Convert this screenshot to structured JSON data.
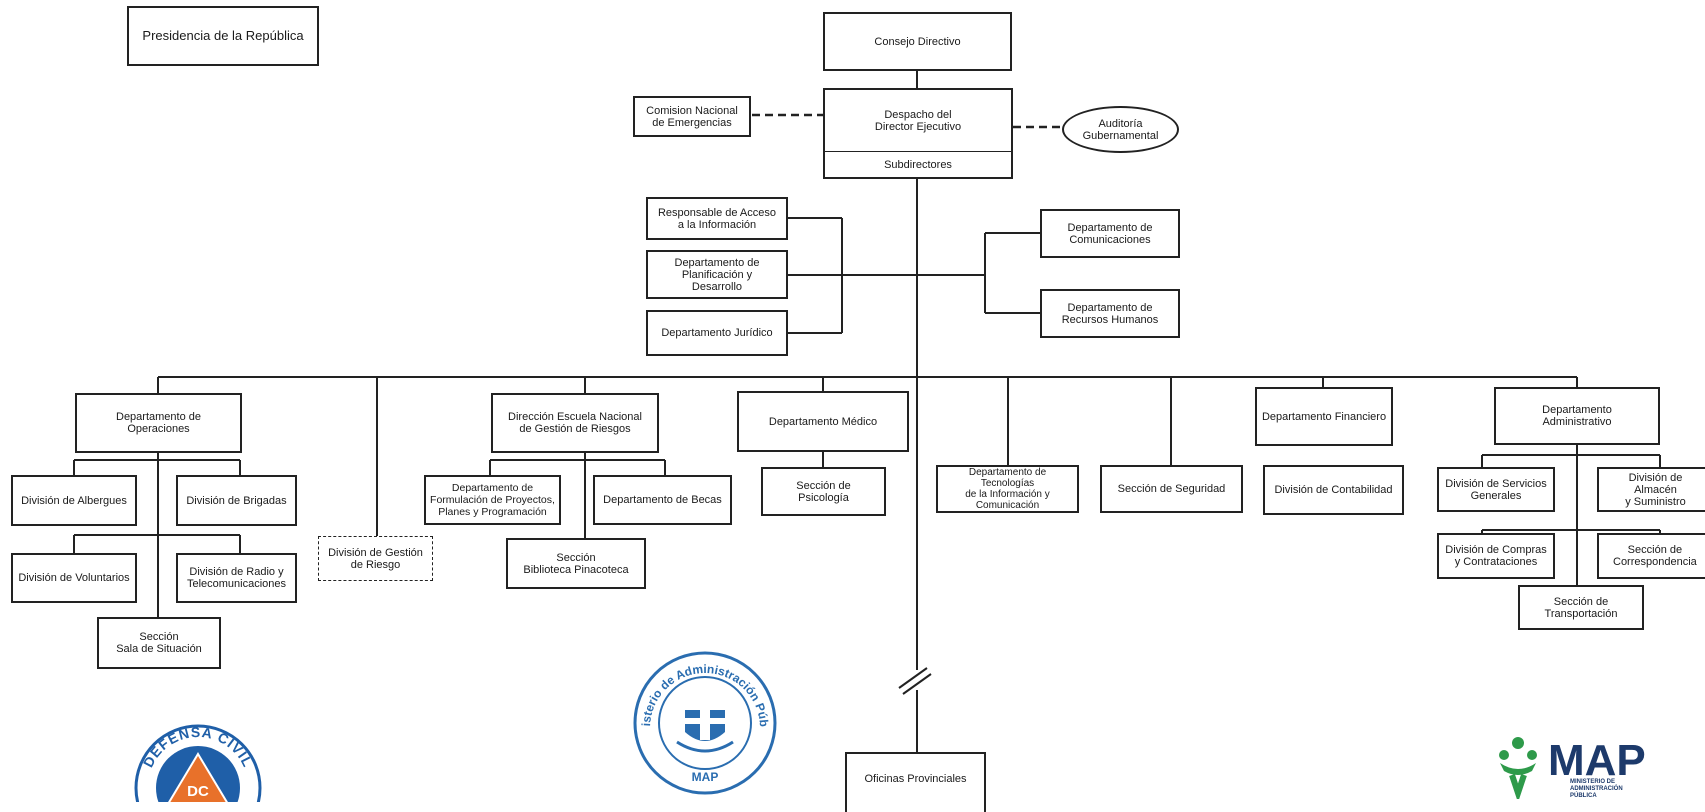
{
  "presidencia": "Presidencia de la República",
  "consejo": "Consejo Directivo",
  "despacho": "Despacho del\nDirector Ejecutivo",
  "subdirectores": "Subdirectores",
  "comision": "Comision Nacional\nde Emergencias",
  "auditoria": "Auditoría\nGubernamental",
  "acceso": "Responsable de Acceso\na la Información",
  "planificacion": "Departamento de\nPlanificación y\nDesarrollo",
  "juridico": "Departamento Jurídico",
  "comunicaciones": "Departamento de\nComunicaciones",
  "rrhh": "Departamento de\nRecursos Humanos",
  "operaciones": "Departamento de\nOperaciones",
  "albergues": "División de Albergues",
  "brigadas": "División de Brigadas",
  "voluntarios": "División de Voluntarios",
  "radio": "División de Radio y\nTelecomunicaciones",
  "sala": "Sección\nSala de Situación",
  "gestion_riesgo": "División de Gestión\nde Riesgo",
  "escuela": "Dirección Escuela Nacional\nde Gestión de Riesgos",
  "formulacion": "Departamento de\nFormulación de Proyectos,\nPlanes y Programación",
  "becas": "Departamento de Becas",
  "biblioteca": "Sección\nBiblioteca Pinacoteca",
  "medico": "Departamento Médico",
  "psicologia": "Sección de\nPsicología",
  "tecnologias": "Departamento de Tecnologías\nde la Información y\nComunicación",
  "seguridad": "Sección de Seguridad",
  "financiero": "Departamento Financiero",
  "contabilidad": "División de Contabilidad",
  "administrativo": "Departamento\nAdministrativo",
  "servicios": "División de Servicios\nGenerales",
  "almacen": "División de Almacén\ny Suministro",
  "compras": "División de Compras\ny Contrataciones",
  "correspondencia": "Sección de\nCorrespondencia",
  "transportacion": "Sección de\nTransportación",
  "provinciales": "Oficinas Provinciales",
  "logos": {
    "defensa_civil": {
      "arc_text": "DEFENSA CIVIL",
      "badge": "DC",
      "colors": [
        "#1f5fa8",
        "#e8712a"
      ]
    },
    "map_seal": {
      "ring_text": "Ministerio de Administración Pública",
      "bottom": "MAP",
      "color": "#2a6db0"
    },
    "map_brand": {
      "word": "MAP",
      "sub": "MINISTERIO DE\nADMINISTRACIÓN\nPÚBLICA",
      "colors": [
        "#2e9a4a",
        "#1d3a6b"
      ]
    }
  }
}
